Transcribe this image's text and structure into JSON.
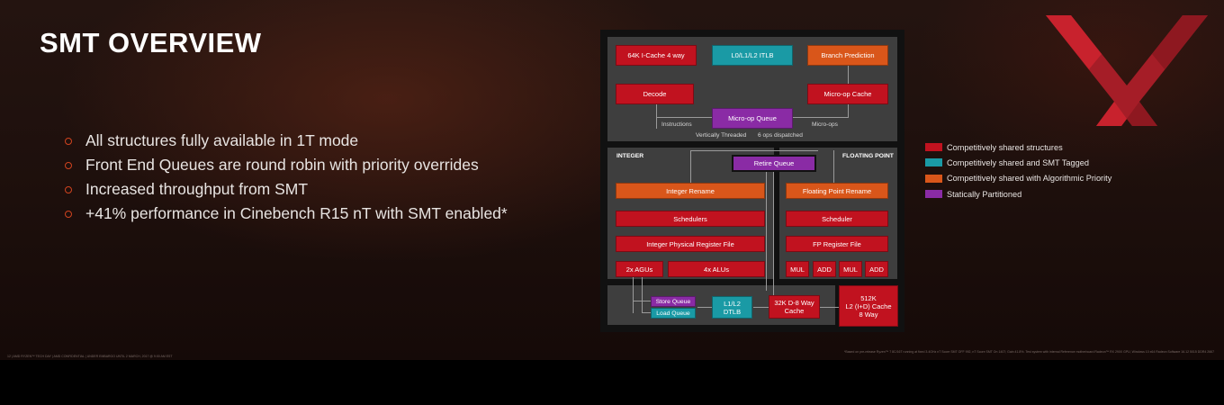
{
  "slide": {
    "title": "SMT OVERVIEW",
    "bullets": [
      "All structures fully available in 1T mode",
      "Front End Queues are round robin with priority overrides",
      "Increased throughput from SMT",
      "+41% performance in Cinebench R15 nT with SMT enabled*"
    ],
    "footer": "12  |  AMD RYZEN™ TECH DAY  |  AMD CONFIDENTIAL  |  UNDER EMBARGO UNTIL 2 MARCH, 2017 @ 9:00 AM EST",
    "footnote": "*Based on pre-release Ryzen™ 7 8C/16T running at fixed 3.4GHz nT Score SMT OFF 992, nT Score SMT On 1407; Gain 41.8%. Test system with internal Reference motherboard Radeon™ RX 290X GPU, Windows 10 x64 Radeon Software 16.12 5015 DDR4 2667"
  },
  "legend": [
    {
      "label": "Competitively shared structures",
      "color": "#c1121f"
    },
    {
      "label": "Competitively shared and SMT Tagged",
      "color": "#1a9aa5"
    },
    {
      "label": "Competitively shared with Algorithmic Priority",
      "color": "#d9561a"
    },
    {
      "label": "Statically Partitioned",
      "color": "#8a2ba5"
    }
  ],
  "colors": {
    "red": "#c1121f",
    "teal": "#1a9aa5",
    "orange": "#d9561a",
    "purple": "#8a2ba5"
  },
  "diagram": {
    "front_end": {
      "icache": "64K I-Cache 4 way",
      "itlb": "L0/L1/L2 ITLB",
      "branch_prediction": "Branch Prediction",
      "decode": "Decode",
      "microop_cache": "Micro-op Cache",
      "microop_queue": "Micro-op Queue",
      "instructions_label": "Instructions",
      "microops_label": "Micro-ops",
      "vertically_threaded_label": "Vertically Threaded",
      "ops_dispatched_label": "6 ops dispatched"
    },
    "integer": {
      "section_label": "INTEGER",
      "rename": "Integer Rename",
      "schedulers": "Schedulers",
      "register_file": "Integer Physical Register File",
      "agus": "2x AGUs",
      "alus": "4x ALUs"
    },
    "retire_queue": "Retire Queue",
    "floating_point": {
      "section_label": "FLOATING POINT",
      "rename": "Floating Point Rename",
      "scheduler": "Scheduler",
      "register_file": "FP Register File",
      "units": [
        "MUL",
        "ADD",
        "MUL",
        "ADD"
      ]
    },
    "load_store": {
      "store_queue": "Store Queue",
      "load_queue": "Load Queue",
      "dtlb": "L1/L2\nDTLB",
      "dcache": "32K D-8 Way\nCache",
      "l2_cache": "512K\nL2 (I+D) Cache\n8 Way"
    }
  }
}
